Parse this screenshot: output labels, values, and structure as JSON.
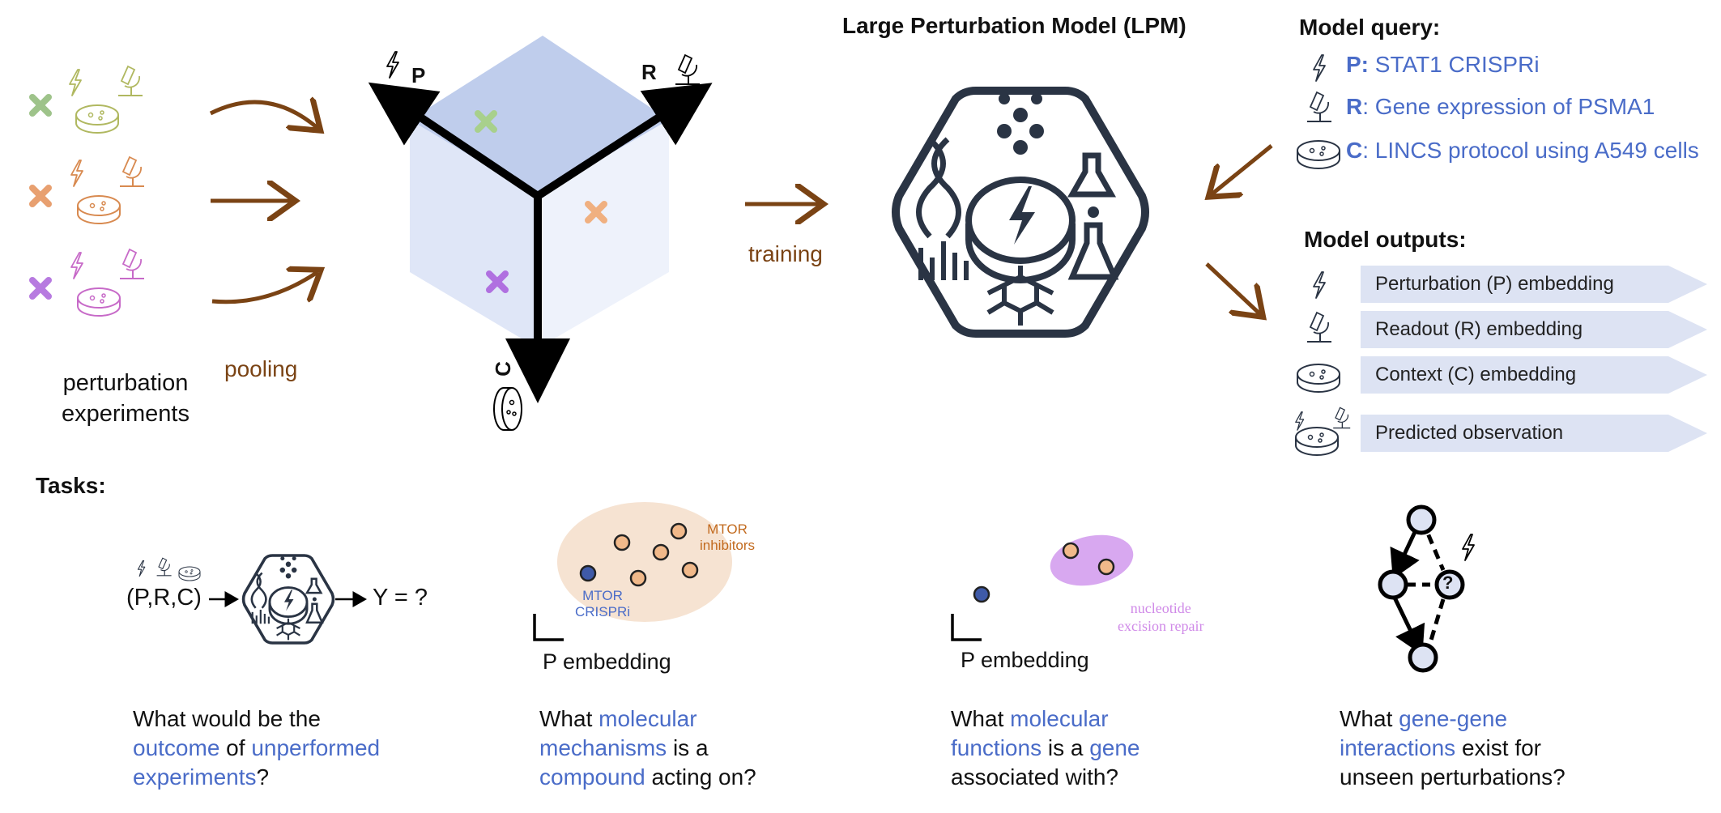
{
  "left": {
    "experiments_label": "perturbation\nexperiments",
    "pooling_label": "pooling"
  },
  "cube": {
    "axis_p": "P",
    "axis_r": "R",
    "axis_c": "C"
  },
  "training_label": "training",
  "lpm": {
    "title": "Large Perturbation Model (LPM)"
  },
  "query": {
    "heading": "Model query:",
    "items": [
      {
        "key": "P:",
        "text": " STAT1 CRISPRi",
        "icon": "lightning-icon"
      },
      {
        "key": "R",
        "text": ": Gene expression of PSMA1",
        "icon": "microscope-icon"
      },
      {
        "key": "C",
        "text": ": LINCS protocol using A549 cells",
        "icon": "petri-dish-icon"
      }
    ]
  },
  "outputs": {
    "heading": "Model outputs:",
    "items": [
      "Perturbation (P) embedding",
      "Readout (R) embedding",
      "Context (C) embedding",
      "Predicted observation"
    ]
  },
  "tasks": {
    "heading": "Tasks:",
    "formula_input": "(P,R,C)",
    "formula_output": "Y = ?",
    "mtor_inhibitors": "MTOR\ninhibitors",
    "mtor_crispri": "MTOR\nCRISPRi",
    "p_embedding_1": "P embedding",
    "p_embedding_2": "P embedding",
    "nucleotide": "nucleotide\nexcision repair",
    "question_mark": "?",
    "q1": {
      "a": "What would be the",
      "b": "outcome",
      "c": " of ",
      "d": "unperformed",
      "e": "experiments",
      "f": "?"
    },
    "q2": {
      "a": "What ",
      "b": "molecular",
      "c": "mechanisms",
      "d": " is a",
      "e": "compound",
      "f": " acting on?"
    },
    "q3": {
      "a": "What ",
      "b": "molecular",
      "c": "functions",
      "d": " is a ",
      "e": "gene",
      "f": "associated with?"
    },
    "q4": {
      "a": "What ",
      "b": "gene-gene",
      "c": "interactions",
      "d": " exist for",
      "e": "unseen perturbations?"
    }
  },
  "colors": {
    "brown": "#7a4314",
    "blue": "#4a6cc8",
    "cube_top": "#bfcdec",
    "cube_side": "#dfe6f7",
    "cube_right": "#eef2fb",
    "dark_navy": "#2a3444",
    "orange_dot": "#f1b98a",
    "blue_dot": "#3f5aa8",
    "purple": "#d8a8f0"
  }
}
